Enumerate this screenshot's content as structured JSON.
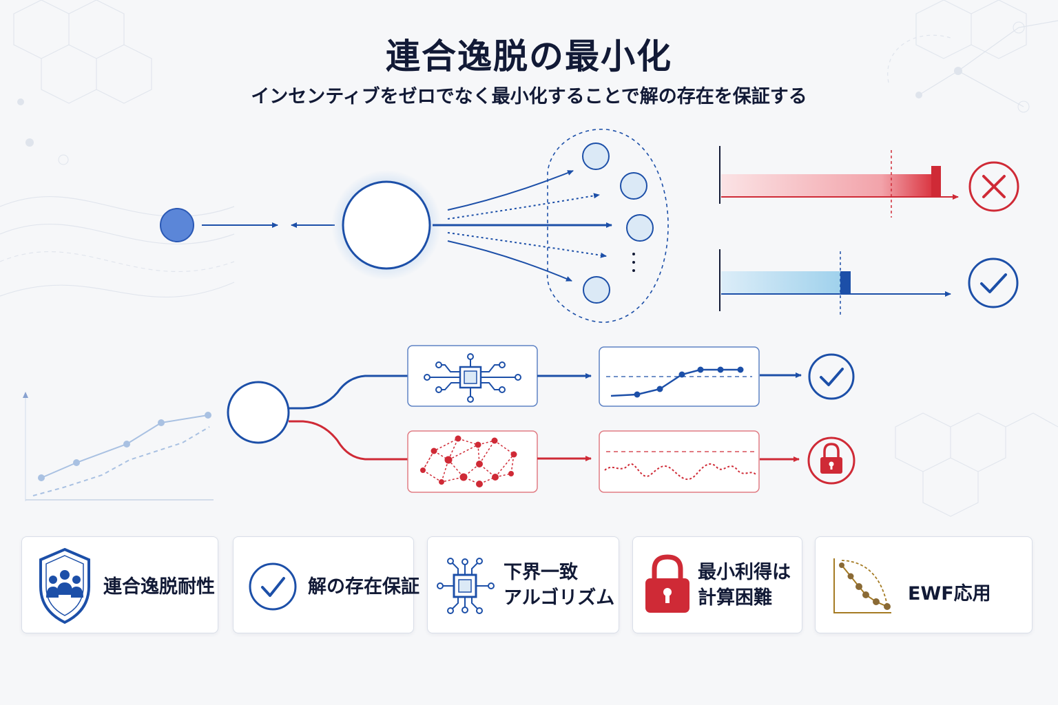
{
  "header": {
    "title": "連合逸脱の最小化",
    "subtitle": "インセンティブをゼロでなく最小化することで解の存在を保証する"
  },
  "colors": {
    "navy": "#121a36",
    "blue": "#1c4fa8",
    "light_blue": "#dbe9f6",
    "red": "#cf2a36",
    "gold": "#a47a22",
    "card_border": "#d9dee8"
  },
  "features": [
    {
      "id": "shield",
      "icon": "shield-people-icon",
      "lines": [
        "連合逸脱耐性"
      ]
    },
    {
      "id": "check",
      "icon": "check-circle-icon",
      "lines": [
        "解の存在保証"
      ]
    },
    {
      "id": "chip",
      "icon": "chip-icon",
      "lines": [
        "下界一致",
        "アルゴリズム"
      ]
    },
    {
      "id": "lock",
      "icon": "padlock-icon",
      "lines": [
        "最小利得は",
        "計算困難"
      ]
    },
    {
      "id": "curve",
      "icon": "curve-plot-icon",
      "lines": [
        "EWF応用"
      ]
    }
  ]
}
